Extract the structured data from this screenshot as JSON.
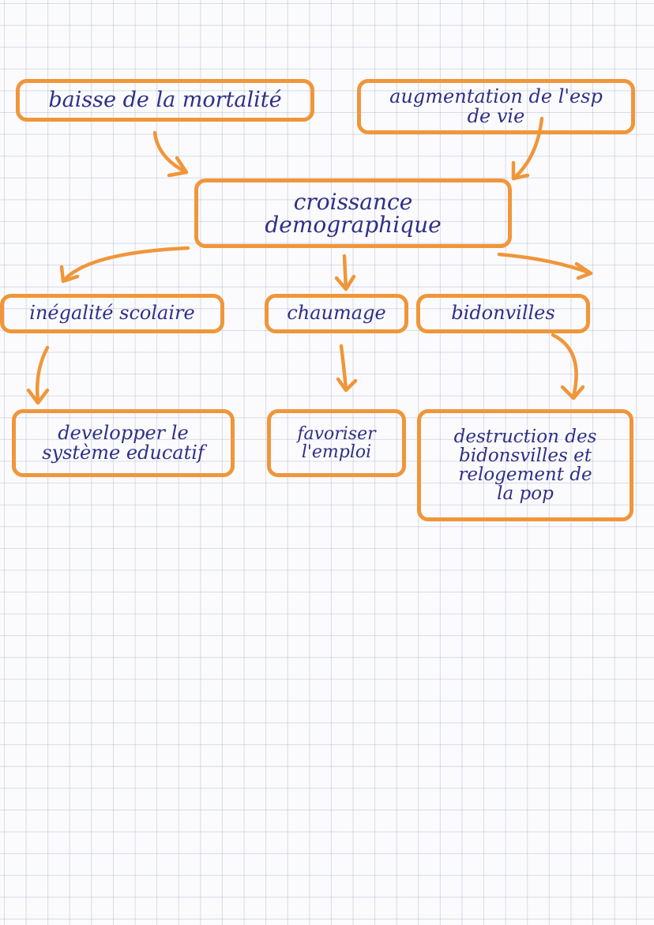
{
  "diagram": {
    "nodes": {
      "baisse": {
        "label": "baisse de la mortalité"
      },
      "augmentation": {
        "label": "augmentation de l'esp\nde vie"
      },
      "croissance": {
        "label": "croissance demographique"
      },
      "inegalite": {
        "label": "inégalité scolaire"
      },
      "chomage": {
        "label": "chaumage"
      },
      "bidonvilles": {
        "label": "bidonvilles"
      },
      "developper": {
        "label": "developper le\nsystème educatif"
      },
      "favoriser": {
        "label": "favoriser\nl'emploi"
      },
      "destruction": {
        "label": "destruction des\nbidonsvilles et\nrelogement de\nla pop"
      }
    },
    "edges": [
      {
        "from": "baisse",
        "to": "croissance"
      },
      {
        "from": "augmentation",
        "to": "croissance"
      },
      {
        "from": "croissance",
        "to": "inegalite"
      },
      {
        "from": "croissance",
        "to": "chomage"
      },
      {
        "from": "croissance",
        "to": "bidonvilles"
      },
      {
        "from": "inegalite",
        "to": "developper"
      },
      {
        "from": "chomage",
        "to": "favoriser"
      },
      {
        "from": "bidonvilles",
        "to": "destruction"
      }
    ],
    "colors": {
      "box_border": "#f0963a",
      "arrow": "#f0963a",
      "text": "#2f2f86",
      "grid": "#a0a8c0"
    }
  }
}
